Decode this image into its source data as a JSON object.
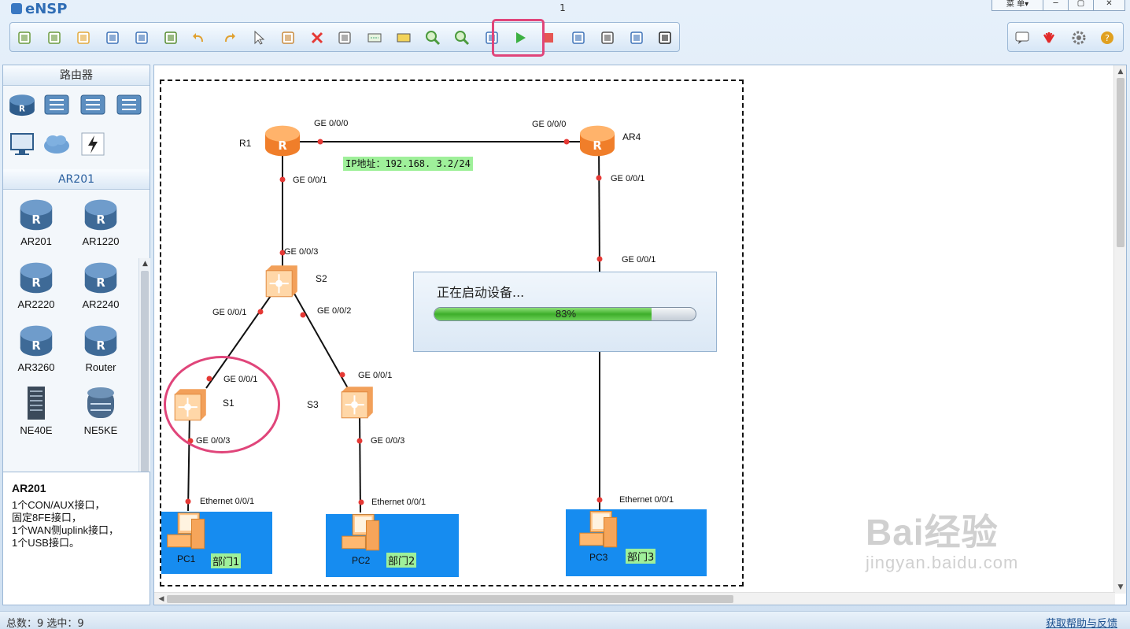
{
  "app": {
    "name": "eNSP",
    "window_title": "1",
    "menu_label": "菜 单▾",
    "controls": {
      "minimize": "─",
      "maximize": "▢",
      "close": "✕"
    }
  },
  "toolbar": {
    "buttons": [
      "new-topology-icon",
      "new-example-icon",
      "open-icon",
      "save-icon",
      "save-as-icon",
      "print-icon",
      "undo-icon",
      "redo-icon",
      "select-icon",
      "drag-icon",
      "delete-icon",
      "delete-link-icon",
      "text-icon",
      "rect-icon",
      "zoom-in-icon",
      "zoom-out-icon",
      "image-icon",
      "start-icon",
      "stop-icon",
      "capture-icon",
      "topology-icon",
      "grid-icon",
      "console-icon"
    ],
    "right_buttons": [
      "chat-icon",
      "huawei-icon",
      "settings-icon",
      "help-icon"
    ],
    "highlighted": "start-icon"
  },
  "left_panel": {
    "category_header": "路由器",
    "category_icons": [
      "router-category-icon",
      "switch-category-icon",
      "wireless-category-icon",
      "firewall-category-icon",
      "pc-category-icon",
      "cloud-category-icon",
      "connection-category-icon"
    ],
    "device_header": "AR201",
    "devices": [
      {
        "label": "AR201",
        "icon": "router-icon"
      },
      {
        "label": "AR1220",
        "icon": "router-icon"
      },
      {
        "label": "AR2220",
        "icon": "router-icon"
      },
      {
        "label": "AR2240",
        "icon": "router-icon"
      },
      {
        "label": "AR3260",
        "icon": "router-icon"
      },
      {
        "label": "Router",
        "icon": "router-icon"
      },
      {
        "label": "NE40E",
        "icon": "chassis-icon"
      },
      {
        "label": "NE5KE",
        "icon": "core-router-icon"
      }
    ]
  },
  "info_panel": {
    "title": "AR201",
    "lines": [
      "1个CON/AUX接口，",
      "固定8FE接口，",
      "1个WAN侧uplink接口，",
      "1个USB接口。"
    ]
  },
  "topology": {
    "devices": {
      "r1": "R1",
      "ar4": "AR4",
      "s1": "S1",
      "s2": "S2",
      "s3": "S3",
      "pc1": "PC1",
      "pc2": "PC2",
      "pc3": "PC3"
    },
    "ports": {
      "r1_ge000": "GE 0/0/0",
      "ar4_ge000": "GE 0/0/0",
      "r1_ge001": "GE 0/0/1",
      "ar4_ge001a": "GE 0/0/1",
      "s2_ge003": "GE 0/0/3",
      "ar4_ge001b": "GE 0/0/1",
      "s2_ge001": "GE 0/0/1",
      "s2_ge002": "GE 0/0/2",
      "s1_ge001": "GE 0/0/1",
      "s3_ge001": "GE 0/0/1",
      "s1_ge003": "GE 0/0/3",
      "s3_ge003": "GE 0/0/3",
      "pc1_eth": "Ethernet 0/0/1",
      "pc2_eth": "Ethernet 0/0/1",
      "pc3_eth": "Ethernet 0/0/1"
    },
    "ip_label": "IP地址：192.168. 3.2/24",
    "departments": [
      "部门1",
      "部门2",
      "部门3"
    ],
    "colors": {
      "link": "#111111",
      "port_dot": "#e53935",
      "dept_box": "#168cf0",
      "label_bg": "#9ff09a"
    }
  },
  "progress": {
    "message": "正在启动设备...",
    "percent": 83,
    "percent_text": "83%"
  },
  "watermark": {
    "brand": "Bai经验",
    "url": "jingyan.baidu.com"
  },
  "status": {
    "counts": "总数：9  选中：9",
    "help_link": "获取帮助与反馈"
  }
}
